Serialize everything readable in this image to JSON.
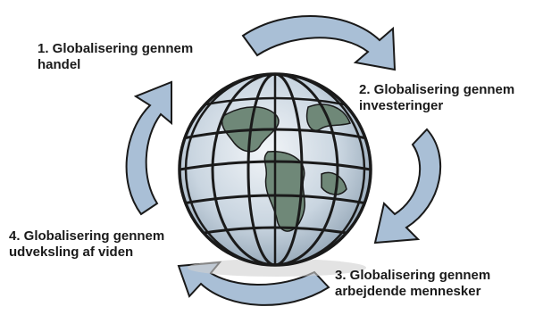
{
  "labels": [
    {
      "line1": "1. Globalisering gennem",
      "line2": "handel"
    },
    {
      "line1": "2. Globalisering gennem",
      "line2": "investeringer"
    },
    {
      "line1": "3. Globalisering gennem",
      "line2": "arbejdende mennesker"
    },
    {
      "line1": "4. Globalisering gennem",
      "line2": "udveksling af viden"
    }
  ],
  "colors": {
    "arrow_fill": "#a9bfd6",
    "arrow_stroke": "#1a1a1a",
    "globe_ocean": "#d9e2ea",
    "globe_land": "#6f8878",
    "globe_grid": "#1a1a1a"
  }
}
